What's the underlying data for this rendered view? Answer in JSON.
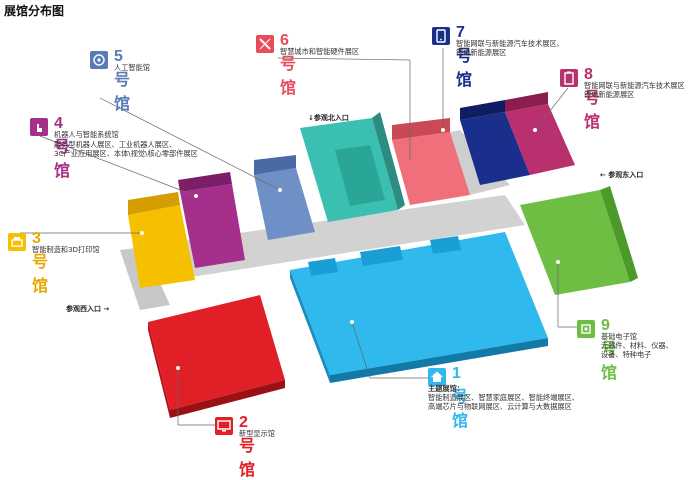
{
  "title": "展馆分布图",
  "entrances": {
    "north": "↓参观北入口",
    "east": "← 参观东入口",
    "west": "参观西入口 →"
  },
  "halls": [
    {
      "id": "1",
      "num": "1号馆",
      "color": "#2fb9ec",
      "name": "主题展馆：",
      "lines": [
        "智能制造展区、智慧家庭展区、智能终端展区、",
        "高端芯片与物联网展区、云计算与大数据展区"
      ],
      "icon": "home-icon"
    },
    {
      "id": "2",
      "num": "2号馆",
      "color": "#e01f26",
      "name": "新型显示馆",
      "lines": [],
      "icon": "display-icon"
    },
    {
      "id": "3",
      "num": "3号馆",
      "color": "#f5c000",
      "name": "智能制造和3D打印馆",
      "lines": [],
      "icon": "printer-icon"
    },
    {
      "id": "4",
      "num": "4号馆",
      "color": "#a72f8c",
      "name": "机器人与智能系统馆",
      "lines": [
        "服务型机器人展区、工业机器人展区、",
        "3C产业应用展区、本体\\视觉\\核心零部件展区"
      ],
      "icon": "hand-icon"
    },
    {
      "id": "5",
      "num": "5号馆",
      "color": "#5a7ab8",
      "name": "人工智能馆",
      "lines": [],
      "icon": "brain-icon"
    },
    {
      "id": "6",
      "num": "6号馆",
      "color": "#e84c5a",
      "name": "智慧城市和智能硬件展区",
      "lines": [],
      "icon": "tools-icon"
    },
    {
      "id": "7",
      "num": "7号馆",
      "color": "#1a2f8c",
      "name": "智能网联与新能源汽车技术展区、",
      "lines": [
        "锂电新能源展区"
      ],
      "icon": "phone-icon"
    },
    {
      "id": "8",
      "num": "8号馆",
      "color": "#b8306e",
      "name": "智能网联与新能源汽车技术展区",
      "lines": [
        "锂电新能源展区"
      ],
      "icon": "battery-icon"
    },
    {
      "id": "9",
      "num": "9号馆",
      "color": "#6fbe44",
      "name": "基础电子馆",
      "lines": [
        "元器件、材料、仪器、",
        "设备、特种电子"
      ],
      "icon": "chip-icon"
    }
  ],
  "colors": {
    "hall1": "#2fb9ec",
    "hall2": "#e01f26",
    "hall3": "#f5c000",
    "hall4": "#a72f8c",
    "hall5": "#6f8fc7",
    "hall6": "#3bbfb0",
    "hall6b": "#ef6f7a",
    "hall7": "#1a2f8c",
    "hall8": "#b8306e",
    "hall9": "#6fbe44",
    "corridor": "#cfcfcf",
    "wall": "#b5b5b5"
  }
}
